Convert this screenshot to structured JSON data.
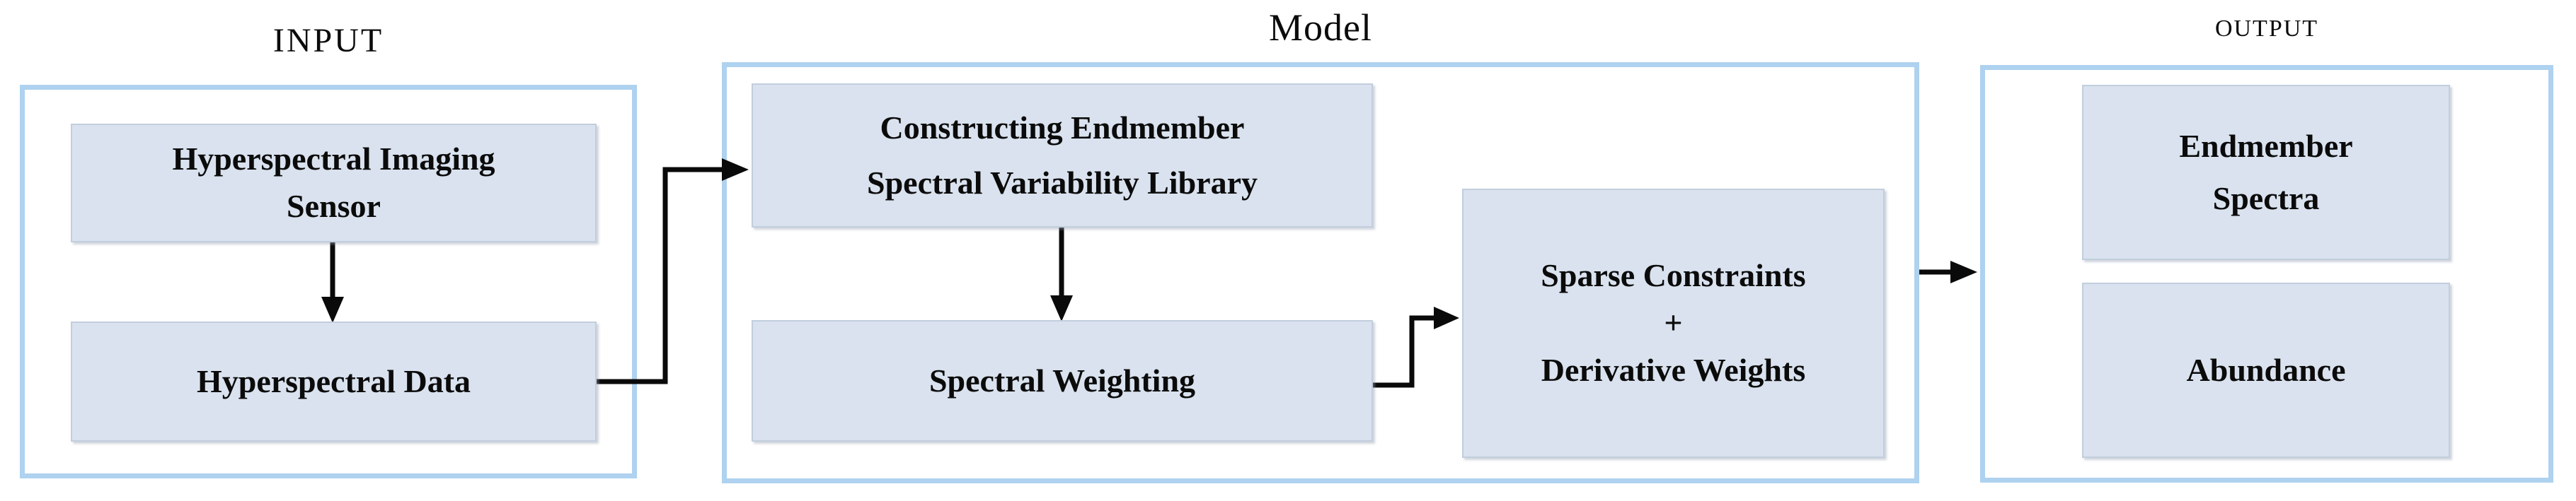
{
  "diagram": {
    "sections": {
      "input": {
        "title": "INPUT",
        "boxes": [
          {
            "id": "hyperspectral-imaging-sensor",
            "lines": [
              "Hyperspectral Imaging",
              "Sensor"
            ]
          },
          {
            "id": "hyperspectral-data",
            "lines": [
              "Hyperspectral Data"
            ]
          }
        ]
      },
      "model": {
        "title": "Model",
        "boxes": [
          {
            "id": "constructing-endmember-spectral-variability-library",
            "lines": [
              "Constructing Endmember",
              "Spectral Variability Library"
            ]
          },
          {
            "id": "spectral-weighting",
            "lines": [
              "Spectral Weighting"
            ]
          },
          {
            "id": "sparse-constraints-derivative-weights",
            "lines": [
              "Sparse Constraints",
              "+",
              "Derivative Weights"
            ]
          }
        ]
      },
      "output": {
        "title": "OUTPUT",
        "boxes": [
          {
            "id": "endmember-spectra",
            "lines": [
              "Endmember",
              "Spectra"
            ]
          },
          {
            "id": "abundance",
            "lines": [
              "Abundance"
            ]
          }
        ]
      }
    }
  },
  "colors": {
    "container_border": "#aed2ef",
    "box_fill": "#d9e2ee",
    "box_border": "#c2cedd",
    "arrow": "#0a0a0a",
    "text": "#0b0b0b",
    "bg": "#ffffff"
  }
}
